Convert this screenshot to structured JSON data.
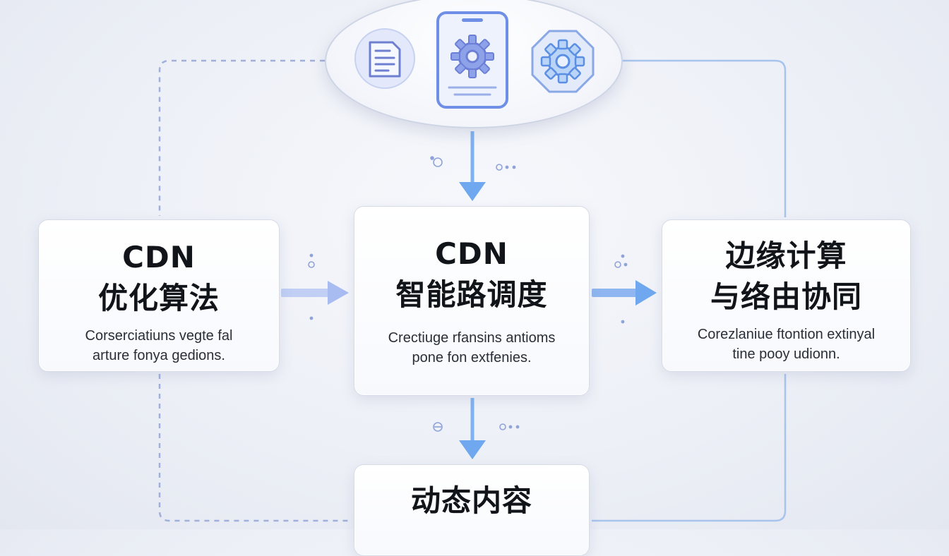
{
  "nodes": {
    "left": {
      "title_line1": "CDN",
      "title_line2": "优化算法",
      "desc_line1": "Corserciatiuns vegte fal",
      "desc_line2": "arture fonya gedions."
    },
    "center": {
      "title_line1": "CDN",
      "title_line2": "智能路调度",
      "desc_line1": "Crectiuge rfansins antioms",
      "desc_line2": "pone fon extfenies."
    },
    "right": {
      "title_line1": "边缘计算",
      "title_line2": "与络由协同",
      "desc_line1": "Corezlaniue ftontion extinyal",
      "desc_line2": "tine pooy udionn."
    },
    "bottom": {
      "title_line1": "动态内容"
    }
  },
  "hub": {
    "icons": [
      "document-icon",
      "phone-gear-icon",
      "gear-icon"
    ]
  },
  "colors": {
    "arrow": "#6fa8ee",
    "icon_stroke": "#7b87d6",
    "icon_fill": "#dfe6fb",
    "gear_fill": "#8ea2ea",
    "dashed_line": "#9fb0dc",
    "solid_line": "#a8c4ee"
  }
}
